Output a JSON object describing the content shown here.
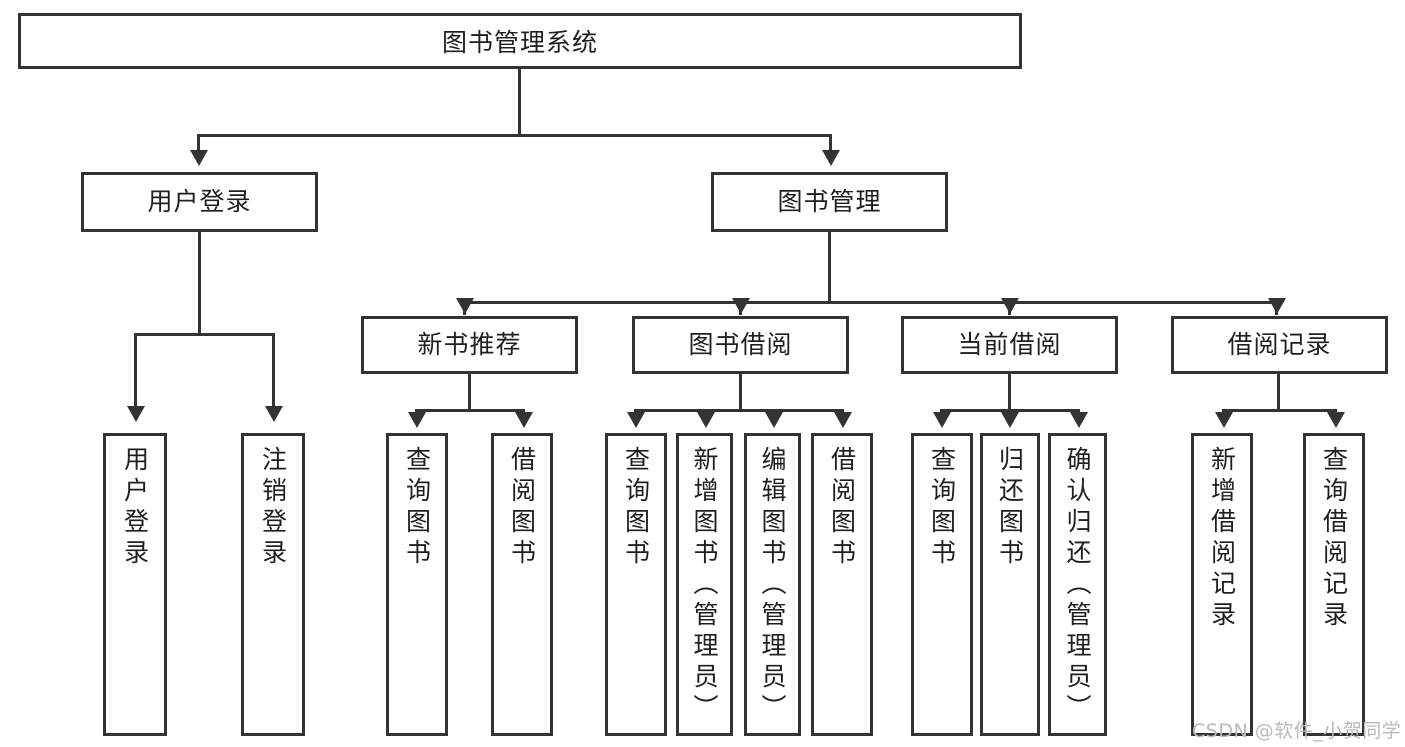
{
  "diagram": {
    "title": "图书管理系统",
    "type": "tree-hierarchy",
    "watermark": "CSDN @软件_小贺同学",
    "colors": {
      "stroke": "#333333",
      "fill": "#ffffff",
      "text": "#1f1f1f",
      "watermark": "#b9b9b9"
    },
    "levels": {
      "root": {
        "label": "图书管理系统"
      },
      "level2": [
        {
          "id": "user-login",
          "label": "用户登录"
        },
        {
          "id": "book-management",
          "label": "图书管理"
        }
      ],
      "level3": [
        {
          "id": "new-book-recommend",
          "label": "新书推荐",
          "parent": "book-management"
        },
        {
          "id": "book-borrow",
          "label": "图书借阅",
          "parent": "book-management"
        },
        {
          "id": "current-borrow",
          "label": "当前借阅",
          "parent": "book-management"
        },
        {
          "id": "borrow-record",
          "label": "借阅记录",
          "parent": "book-management"
        }
      ],
      "leaves": [
        {
          "id": "leaf-user-login",
          "label": "用户登录",
          "parent": "user-login"
        },
        {
          "id": "leaf-logout-login",
          "label": "注销登录",
          "parent": "user-login"
        },
        {
          "id": "leaf-query-book-1",
          "label": "查询图书",
          "parent": "new-book-recommend"
        },
        {
          "id": "leaf-borrow-book-1",
          "label": "借阅图书",
          "parent": "new-book-recommend"
        },
        {
          "id": "leaf-query-book-2",
          "label": "查询图书",
          "parent": "book-borrow"
        },
        {
          "id": "leaf-add-book",
          "label": "新增图书（管理员）",
          "parent": "book-borrow"
        },
        {
          "id": "leaf-edit-book",
          "label": "编辑图书（管理员）",
          "parent": "book-borrow"
        },
        {
          "id": "leaf-borrow-book-2",
          "label": "借阅图书",
          "parent": "book-borrow"
        },
        {
          "id": "leaf-query-book-3",
          "label": "查询图书",
          "parent": "current-borrow"
        },
        {
          "id": "leaf-return-book",
          "label": "归还图书",
          "parent": "current-borrow"
        },
        {
          "id": "leaf-confirm-return",
          "label": "确认归还（管理员）",
          "parent": "current-borrow"
        },
        {
          "id": "leaf-add-record",
          "label": "新增借阅记录",
          "parent": "borrow-record"
        },
        {
          "id": "leaf-query-record",
          "label": "查询借阅记录",
          "parent": "borrow-record"
        }
      ]
    }
  }
}
